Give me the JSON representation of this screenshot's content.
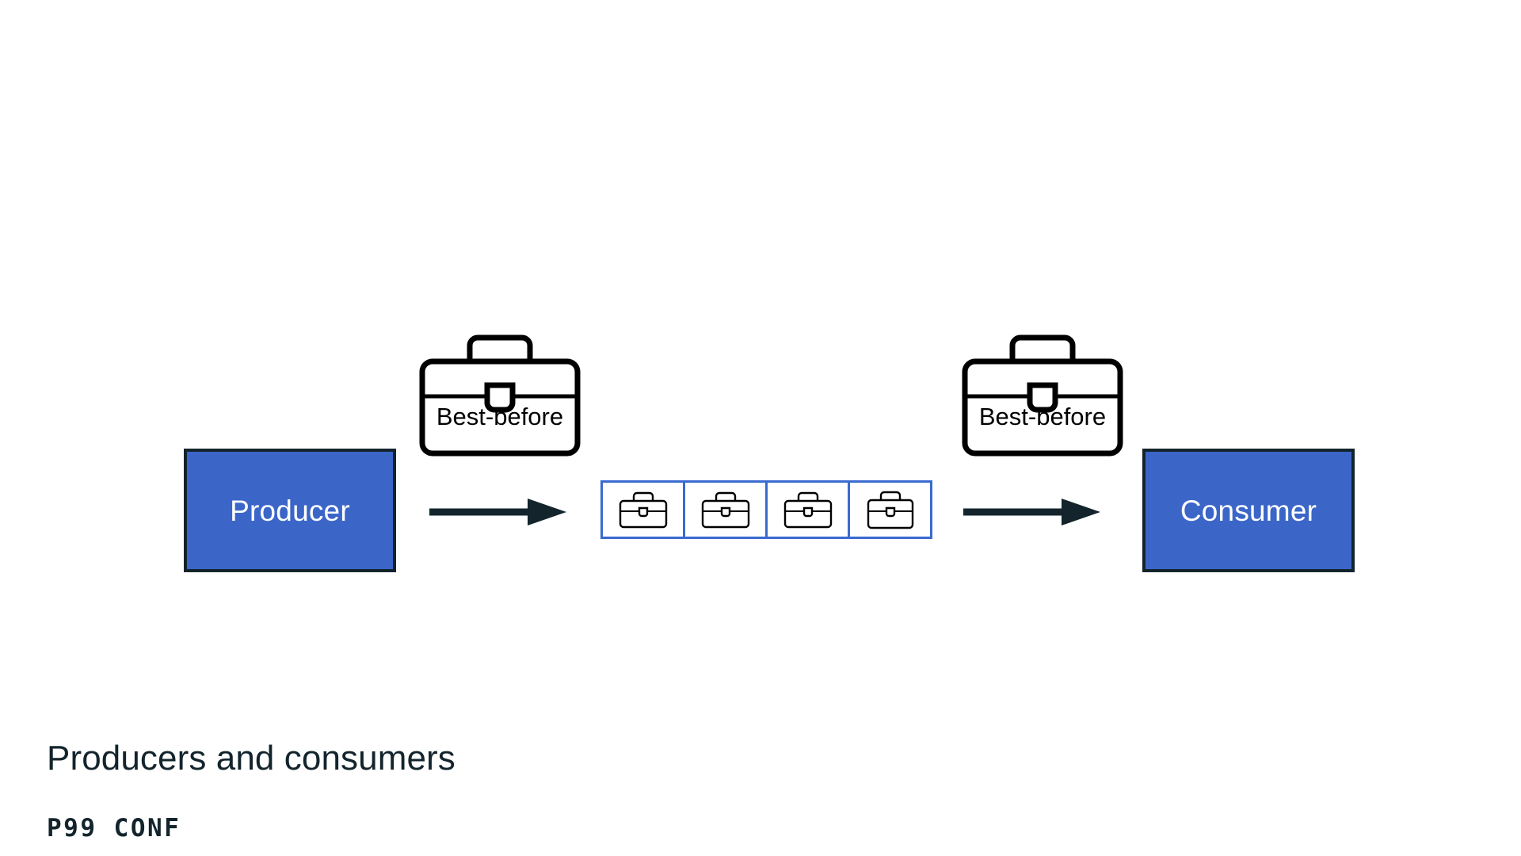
{
  "slide": {
    "title": "Producers and consumers",
    "background_color": "#ffffff",
    "brand_logo_text": "P99 CONF"
  },
  "theme": {
    "accent_blue": "#3B66C8",
    "queue_border_blue": "#3B6AD0",
    "outline_dark": "#13242C",
    "stroke_black": "#000000",
    "box_text_color": "#ffffff"
  },
  "diagram": {
    "producer": {
      "label": "Producer",
      "icon": "rectangle-node"
    },
    "consumer": {
      "label": "Consumer",
      "icon": "rectangle-node"
    },
    "arrows": [
      {
        "name": "producer-to-queue",
        "direction": "right"
      },
      {
        "name": "queue-to-consumer",
        "direction": "right"
      }
    ],
    "labelled_briefcases": [
      {
        "name": "briefcase-produced",
        "label": "Best-before",
        "icon": "briefcase-icon"
      },
      {
        "name": "briefcase-consumed",
        "label": "Best-before",
        "icon": "briefcase-icon"
      }
    ],
    "message_queue": {
      "name": "message-queue",
      "cell_count": 4,
      "cells": [
        {
          "icon": "briefcase-icon"
        },
        {
          "icon": "briefcase-icon"
        },
        {
          "icon": "briefcase-icon"
        },
        {
          "icon": "briefcase-icon"
        }
      ]
    }
  }
}
